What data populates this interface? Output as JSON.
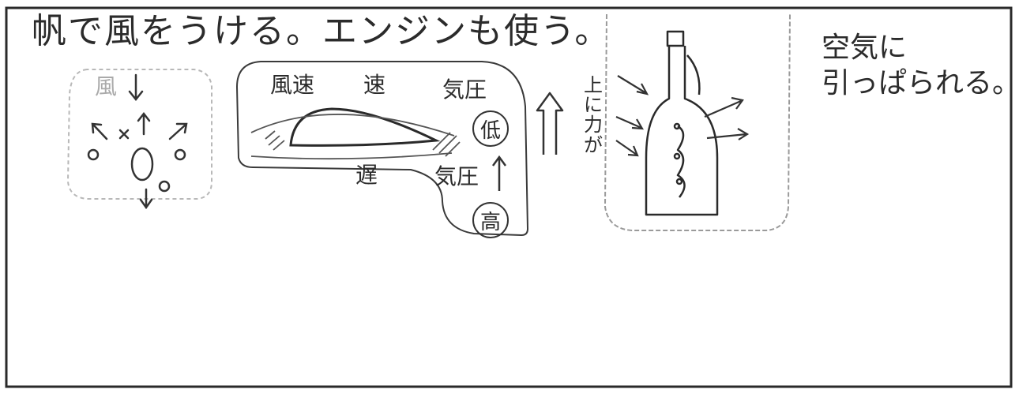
{
  "notes": {
    "title": "帆で風をうける。エンジンも使う。",
    "right_note": "空気に\n引っぱられる。"
  },
  "sail_diagram": {
    "wind_label": "風"
  },
  "wing_diagram": {
    "wind_speed_label": "風速",
    "fast_label": "速",
    "pressure_top_label": "気圧",
    "low_label": "低",
    "slow_label": "遅",
    "pressure_bottom_label": "気圧",
    "high_label": "高"
  },
  "lift": {
    "label": "上に力が"
  }
}
